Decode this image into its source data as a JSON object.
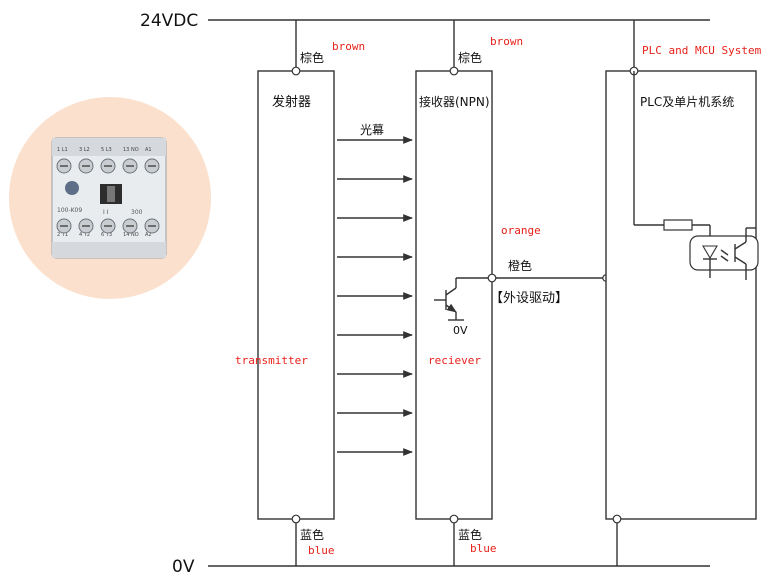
{
  "rails": {
    "top": "24VDC",
    "bottom": "0V"
  },
  "transmitter": {
    "cn_name": "发射器",
    "en_name": "transmitter",
    "top_wire_cn": "棕色",
    "top_wire_en": "brown",
    "bottom_wire_cn": "蓝色",
    "bottom_wire_en": "blue"
  },
  "light_curtain": {
    "label": "光幕",
    "beam_count": 9
  },
  "receiver": {
    "cn_name": "接收器(NPN)",
    "en_name": "reciever",
    "top_wire_cn": "棕色",
    "top_wire_en": "brown",
    "bottom_wire_cn": "蓝色",
    "bottom_wire_en": "blue",
    "output_wire_cn": "橙色",
    "output_wire_en": "orange",
    "output_drive": "【外设驱动】",
    "transistor_ground": "0V"
  },
  "plc": {
    "cn_name": "PLC及单片机系统",
    "en_name": "PLC and MCU System"
  },
  "contactor_photo": {
    "top_terminals": [
      "1 L1",
      "3 L2",
      "5 L3",
      "13 NO",
      "A1"
    ],
    "bottom_terminals": [
      "2 T1",
      "4 T2",
      "6 T3",
      "14 NO",
      "A2"
    ],
    "model": "100-K09",
    "center_mark": "I I",
    "center_number": "300"
  }
}
